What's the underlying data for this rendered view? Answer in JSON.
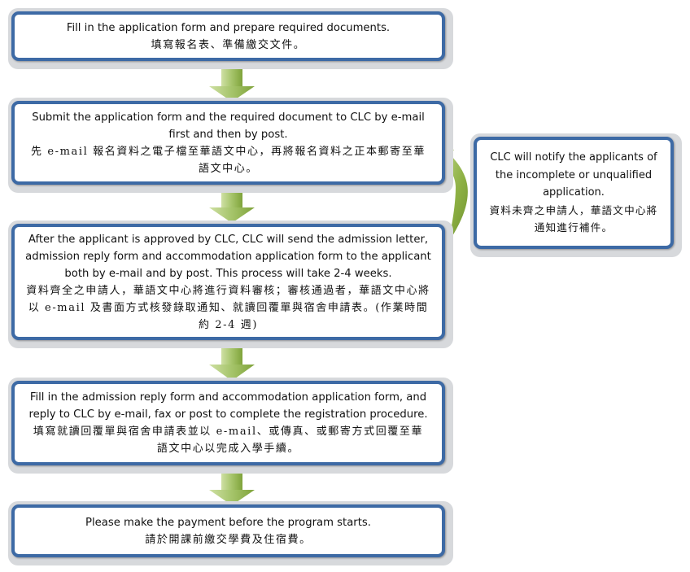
{
  "steps": [
    {
      "en": "Fill in the application form and prepare required documents.",
      "zh": "填寫報名表、準備繳交文件。"
    },
    {
      "en": "Submit the application form and the required document to CLC by e-mail first and then by post.",
      "zh": "先 e-mail 報名資料之電子檔至華語文中心，再將報名資料之正本郵寄至華語文中心。"
    },
    {
      "en": "After the applicant is approved by CLC, CLC will send the admission letter, admission reply form and accommodation application form to the applicant both by e-mail and by post. This process will take 2-4 weeks.",
      "zh": "資料齊全之申請人，華語文中心將進行資料審核；審核通過者，華語文中心將以 e-mail 及書面方式核發錄取通知、就讀回覆單與宿舍申請表。(作業時間約 2-4 週)"
    },
    {
      "en": "Fill in the admission reply form and accommodation application form, and reply to CLC by e-mail, fax or post to complete the registration procedure.",
      "zh": "填寫就讀回覆單與宿舍申請表並以 e-mail、或傳真、或郵寄方式回覆至華語文中心以完成入學手續。"
    },
    {
      "en": "Please make the payment before the program starts.",
      "zh": "請於開課前繳交學費及住宿費。"
    }
  ],
  "side_note": {
    "en": "CLC will notify the applicants of the incomplete or unqualified application.",
    "zh": "資料未齊之申請人，華語文中心將通知進行補件。"
  },
  "colors": {
    "box_border": "#3d6aa5",
    "box_shadow": "#d7d9dc",
    "arrow_green": "#8db043"
  }
}
